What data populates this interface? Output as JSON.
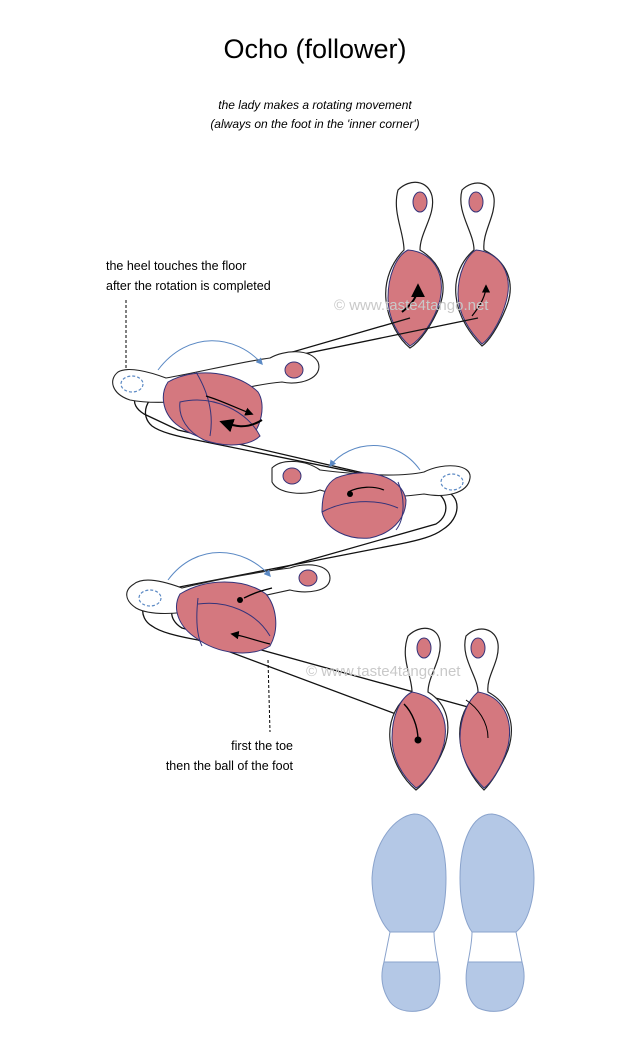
{
  "title": "Ocho (follower)",
  "subtitle": {
    "line1": "the lady makes a rotating movement",
    "line2": "(always on the foot in the 'inner corner')"
  },
  "annotations": {
    "heel": {
      "line1": "the heel touches the floor",
      "line2": "after the rotation is completed"
    },
    "toe": {
      "line1": "first the toe",
      "line2": "then the ball of the foot"
    }
  },
  "watermarks": {
    "upper": "© www.taste4tango.net",
    "lower": "© www.taste4tango.net"
  },
  "colors": {
    "sole": "#d4787f",
    "sole_stroke": "#33337a",
    "shoe_outline": "#222222",
    "rotation_arrow": "#5b89c4",
    "leader_shoe": "#b4c8e6",
    "leader_shoe_stroke": "#8aa3cc",
    "watermark": "#c9c9c9"
  }
}
